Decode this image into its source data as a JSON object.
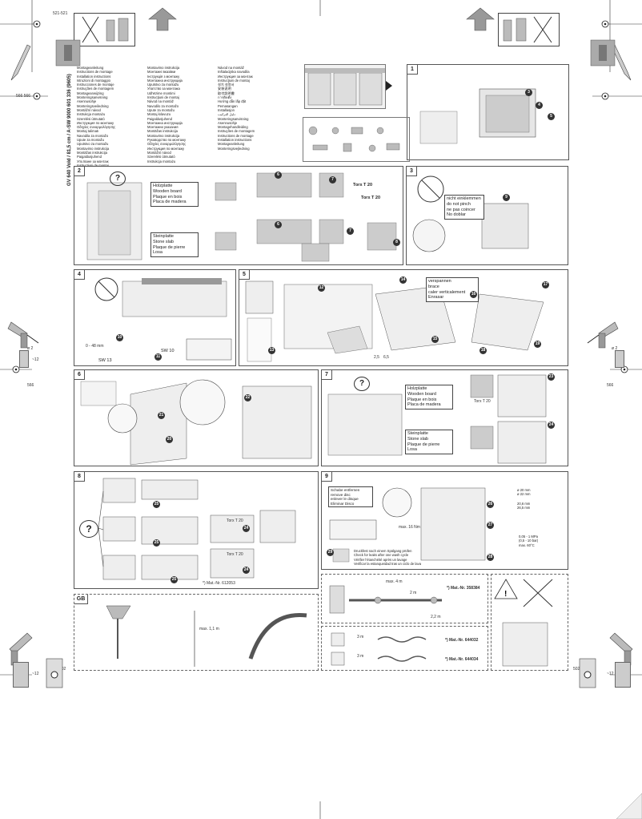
{
  "document": {
    "model": "GV 640 VoId / 81,5 cm / A-SW",
    "part_number": "9000 601 336 (9605)"
  },
  "corner_dims": {
    "top_left": "521-521",
    "top_right": "",
    "mid_left": "566 566",
    "left_566": "566",
    "right_566": "566",
    "left_502": "502",
    "right_502": "502",
    "drill_d": "ø 2",
    "drill_depth": "~12"
  },
  "languages_col1": [
    "Montageanleitung",
    "Instructions de montage",
    "Installation instructions",
    "Istruzioni di montaggio",
    "Instrucciones de montaje",
    "Instruções de montagem",
    "Montageanwijzing",
    "Monteringsanvisning",
    "Asennusohje",
    "Monteringsveiledning",
    "Montážní návod",
    "Instrukcja montażu",
    "Szerelési útmutató",
    "Инструкция по монтажу",
    "Οδηγίες συναρμολόγησης",
    "Montaj talimatı",
    "Navodila za montažo",
    "Upute za montažu",
    "Uputstvo za montažu",
    "Montavimo instrukcija",
    "Montāžas instrukcija",
    "Paigaldusjuhend",
    "Упътване за монтаж",
    "Instrucţiuni de montaj",
    "Návod na montáž",
    "Monteringsvejledning"
  ],
  "languages_col2": [
    "Montavimo instrukcija",
    "Монтажні вказівки",
    "Інструкція з монтажу",
    "Монтажна инструкција",
    "Uputstvo za montažu",
    "Упатство за монтажа",
    "Udhëzime montimi",
    "Instrucţiuni de montaj",
    "Návod na montáž",
    "Navodilo za montažo",
    "Upute za montažu",
    "Montaj kılavuzu",
    "Paigaldusjuhend",
    "Монтажна инструкција",
    "Монтажни указания",
    "Montāžas instrukcija",
    "Montavimo instrukcija",
    "Руководство по монтажу",
    "Οδηγίες συναρμολόγησης",
    "Инструкция по монтажу",
    "Montážní návod",
    "Szerelési útmutató",
    "Instrukcja montażu"
  ],
  "languages_col3": [
    "Návod na montáž",
    "Inštalacijska navodila",
    "Инструкция за монтаж",
    "Instrucţiuni de montaj",
    "설치 설명서",
    "安装说明",
    "取付説明書",
    "การติดตั้ง",
    "Hướng dẫn lắp đặt",
    "Pemasangan",
    "Installasjon",
    "دليل التركيب",
    "Monteringsanvisning",
    "Asennusohje",
    "Montagehandleiding",
    "Instruções de montagem",
    "Instructions de montage",
    "Installation instructions",
    "Montageanleitung",
    "Monteringsvejledning"
  ],
  "panels": {
    "p1": {
      "num": "1"
    },
    "p2": {
      "num": "2",
      "wood": [
        "Holzplatte",
        "Wooden board",
        "Plaque en bois",
        "Placa de madera"
      ],
      "stone": [
        "Steinplatte",
        "Stone slab",
        "Plaque de pierre",
        "Losa"
      ],
      "torx1": "Torx T 20",
      "torx2": "Torx T 20"
    },
    "p3": {
      "num": "3",
      "warn": [
        "nicht einklemmen",
        "do not pinch",
        "ne pas coincer",
        "No doblar"
      ]
    },
    "p4": {
      "num": "4",
      "sw1": "SW 13",
      "sw2": "SW 10",
      "range": "0 - 48 mm"
    },
    "p5": {
      "num": "5",
      "bend": [
        "verspannen",
        "brace",
        "caler verticalement",
        "Enrasar"
      ],
      "dim1": "2,5",
      "dim2": "6,5"
    },
    "p6": {
      "num": "6"
    },
    "p7": {
      "num": "7",
      "wood": [
        "Holzplatte",
        "Wooden board",
        "Plaque en bois",
        "Placa de madera"
      ],
      "stone": [
        "Steinplatte",
        "Stone slab",
        "Plaque de pierre",
        "Losa"
      ],
      "torx": "Torx T 20"
    },
    "p8": {
      "num": "8",
      "torx1": "Torx T 20",
      "torx2": "Torx T 20",
      "mat": "*) Mat.-Nr. 612053"
    },
    "p9": {
      "num": "9",
      "scrape": [
        "Schabe entfernen",
        "remove disc",
        "enlever le disque",
        "Eliminar Disco"
      ],
      "max": "max. 16 Nm",
      "pressure": [
        "0,05 - 1 MPa",
        "(0,5 - 10 bar)",
        "max. 60°C"
      ],
      "note": [
        "Druckfest nach einem Spülgang prüfen",
        "Check for leaks after one wash cycle",
        "Vérifier l'étanchéité après un lavage",
        "Verificar la estanqueidad tras un ciclo de lavado"
      ],
      "dims": [
        "ø 20 mm",
        "ø 22 mm",
        "20,6 mm",
        "26,5 mm"
      ]
    },
    "p10": {
      "max": "max. 4 m",
      "len1": "2 m",
      "len2": "2,2 m",
      "mat": "*) Mat.-Nr. 358384"
    },
    "p11": {
      "len1": "3 m",
      "len2": "3 m",
      "mat1": "*) Mat.-Nr. 644032",
      "mat2": "*) Mat.-Nr. 644034"
    },
    "gb": {
      "num": "GB",
      "dim": "max. 1,1 m"
    }
  }
}
